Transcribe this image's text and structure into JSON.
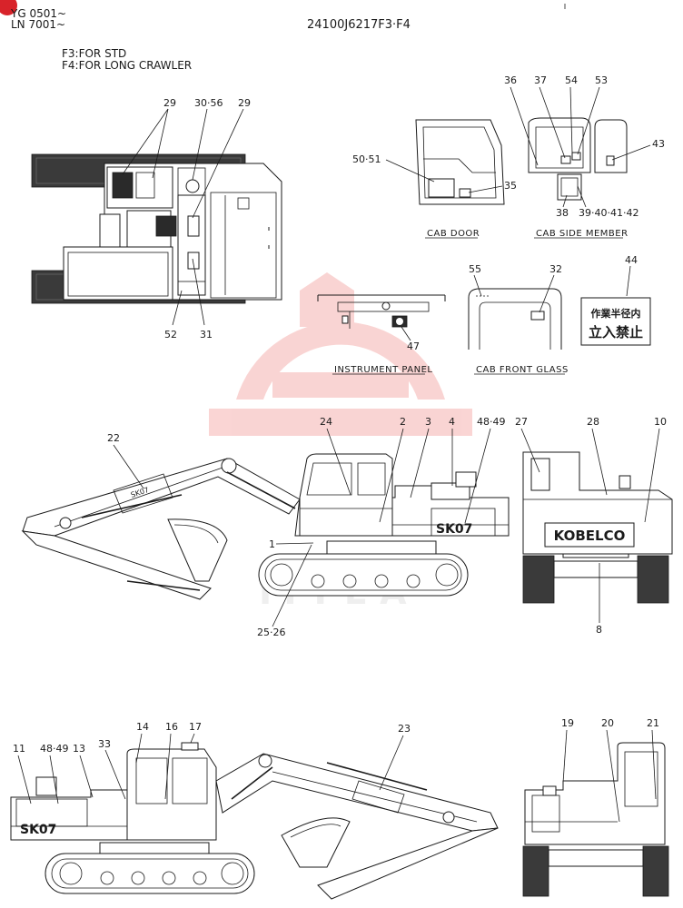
{
  "header": {
    "serial_1": "YG 0501~",
    "serial_2": "LN 7001~",
    "part_number": "24100J6217F3·F4",
    "note_f3": "F3:FOR STD",
    "note_f4": "F4:FOR LONG CRAWLER"
  },
  "captions": {
    "cab_door": "CAB DOOR",
    "cab_side_member": "CAB SIDE MEMBER",
    "instrument_panel": "INSTRUMENT PANEL",
    "cab_front_glass": "CAB FRONT GLASS"
  },
  "warning_sign": {
    "line1": "作業半径内",
    "line2": "立入禁止"
  },
  "decals": {
    "brand": "KOBELCO",
    "model": "SK07"
  },
  "callouts": {
    "c1": "1",
    "c2": "2",
    "c3": "3",
    "c4": "4",
    "c8": "8",
    "c10": "10",
    "c11": "11",
    "c13": "13",
    "c14": "14",
    "c16": "16",
    "c17": "17",
    "c19": "19",
    "c20": "20",
    "c21": "21",
    "c22": "22",
    "c23": "23",
    "c24": "24",
    "c25_26": "25·26",
    "c27": "27",
    "c28": "28",
    "c29a": "29",
    "c29b": "29",
    "c30_56": "30·56",
    "c31": "31",
    "c32": "32",
    "c33": "33",
    "c35": "35",
    "c36": "36",
    "c37": "37",
    "c38": "38",
    "c39_42": "39·40·41·42",
    "c43": "43",
    "c44": "44",
    "c47": "47",
    "c48_49a": "48·49",
    "c48_49b": "48·49",
    "c50_51": "50·51",
    "c52": "52",
    "c53": "53",
    "c54": "54",
    "c55": "55"
  },
  "colors": {
    "line": "#1a1a1a",
    "watermark": "#e8423a",
    "badge": "#d8232a"
  }
}
